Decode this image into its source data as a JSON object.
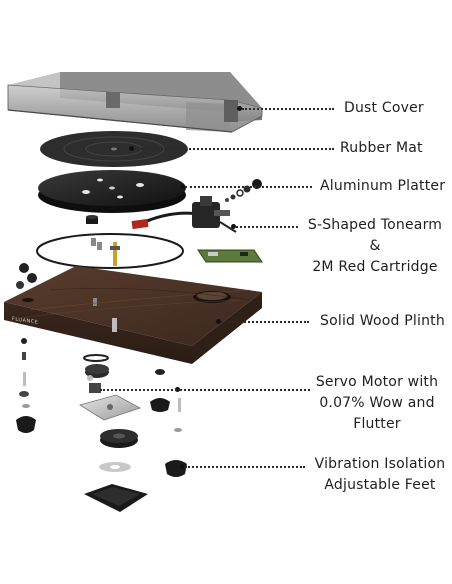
{
  "labels": {
    "dust_cover": "Dust Cover",
    "rubber_mat": "Rubber Mat",
    "aluminum_platter": "Aluminum Platter",
    "tonearm_line1": "S-Shaped Tonearm &",
    "tonearm_line2": "2M Red Cartridge",
    "plinth": "Solid Wood Plinth",
    "motor_line1": "Servo Motor with",
    "motor_line2": "0.07% Wow and",
    "motor_line3": "Flutter",
    "feet_line1": "Vibration Isolation",
    "feet_line2": "Adjustable Feet"
  },
  "plinth_logo": "FLUANCE",
  "colors": {
    "wood": "#4a3226",
    "wood_light": "#6a4a38",
    "platter": "#1c1c1c",
    "cover": "#8a8a8a",
    "cartridge_red": "#b3261e",
    "pcb_green": "#5c7a3a",
    "metal": "#b9b9b9"
  }
}
